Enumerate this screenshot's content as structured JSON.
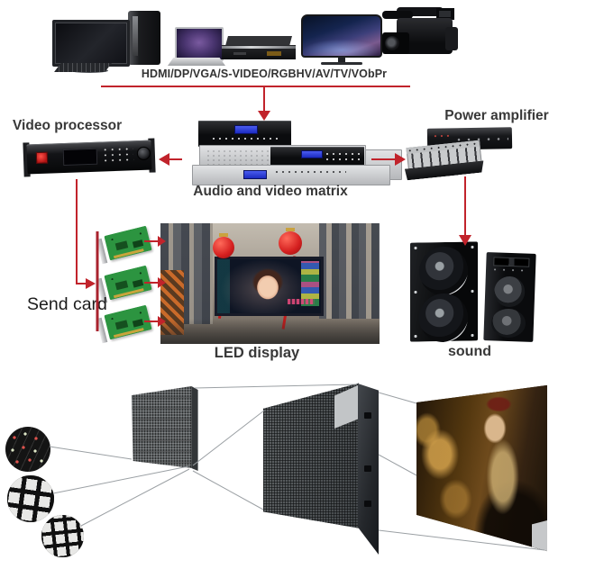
{
  "labels": {
    "signal_types": "HDMI/DP/VGA/S-VIDEO/RGBHV/AV/TV/VObPr",
    "video_processor": "Video processor",
    "audio_video_matrix": "Audio and video matrix",
    "power_amplifier": "Power amplifier",
    "send_card": "Send card",
    "led_display": "LED display",
    "sound": "sound"
  },
  "icons": {
    "sources": [
      "desktop-computer",
      "laptop",
      "dvd-player",
      "curved-tv",
      "video-camera"
    ],
    "equipment": [
      "video-processor-unit",
      "matrix-rack-stack",
      "power-amplifier-mixer",
      "send-card-pcb",
      "speaker-cabinets"
    ],
    "detail_views": [
      "dip-led-pixel-closeup",
      "smd-module-closeup",
      "led-module-back-closeup",
      "led-module-panel",
      "led-cabinet",
      "led-screen"
    ]
  },
  "colors": {
    "background": "#ffffff",
    "arrow_red": "#c1232b",
    "send_card_bus_red": "#a9232e",
    "connector_gray": "#9ba0a4",
    "label_text": "#383838"
  }
}
